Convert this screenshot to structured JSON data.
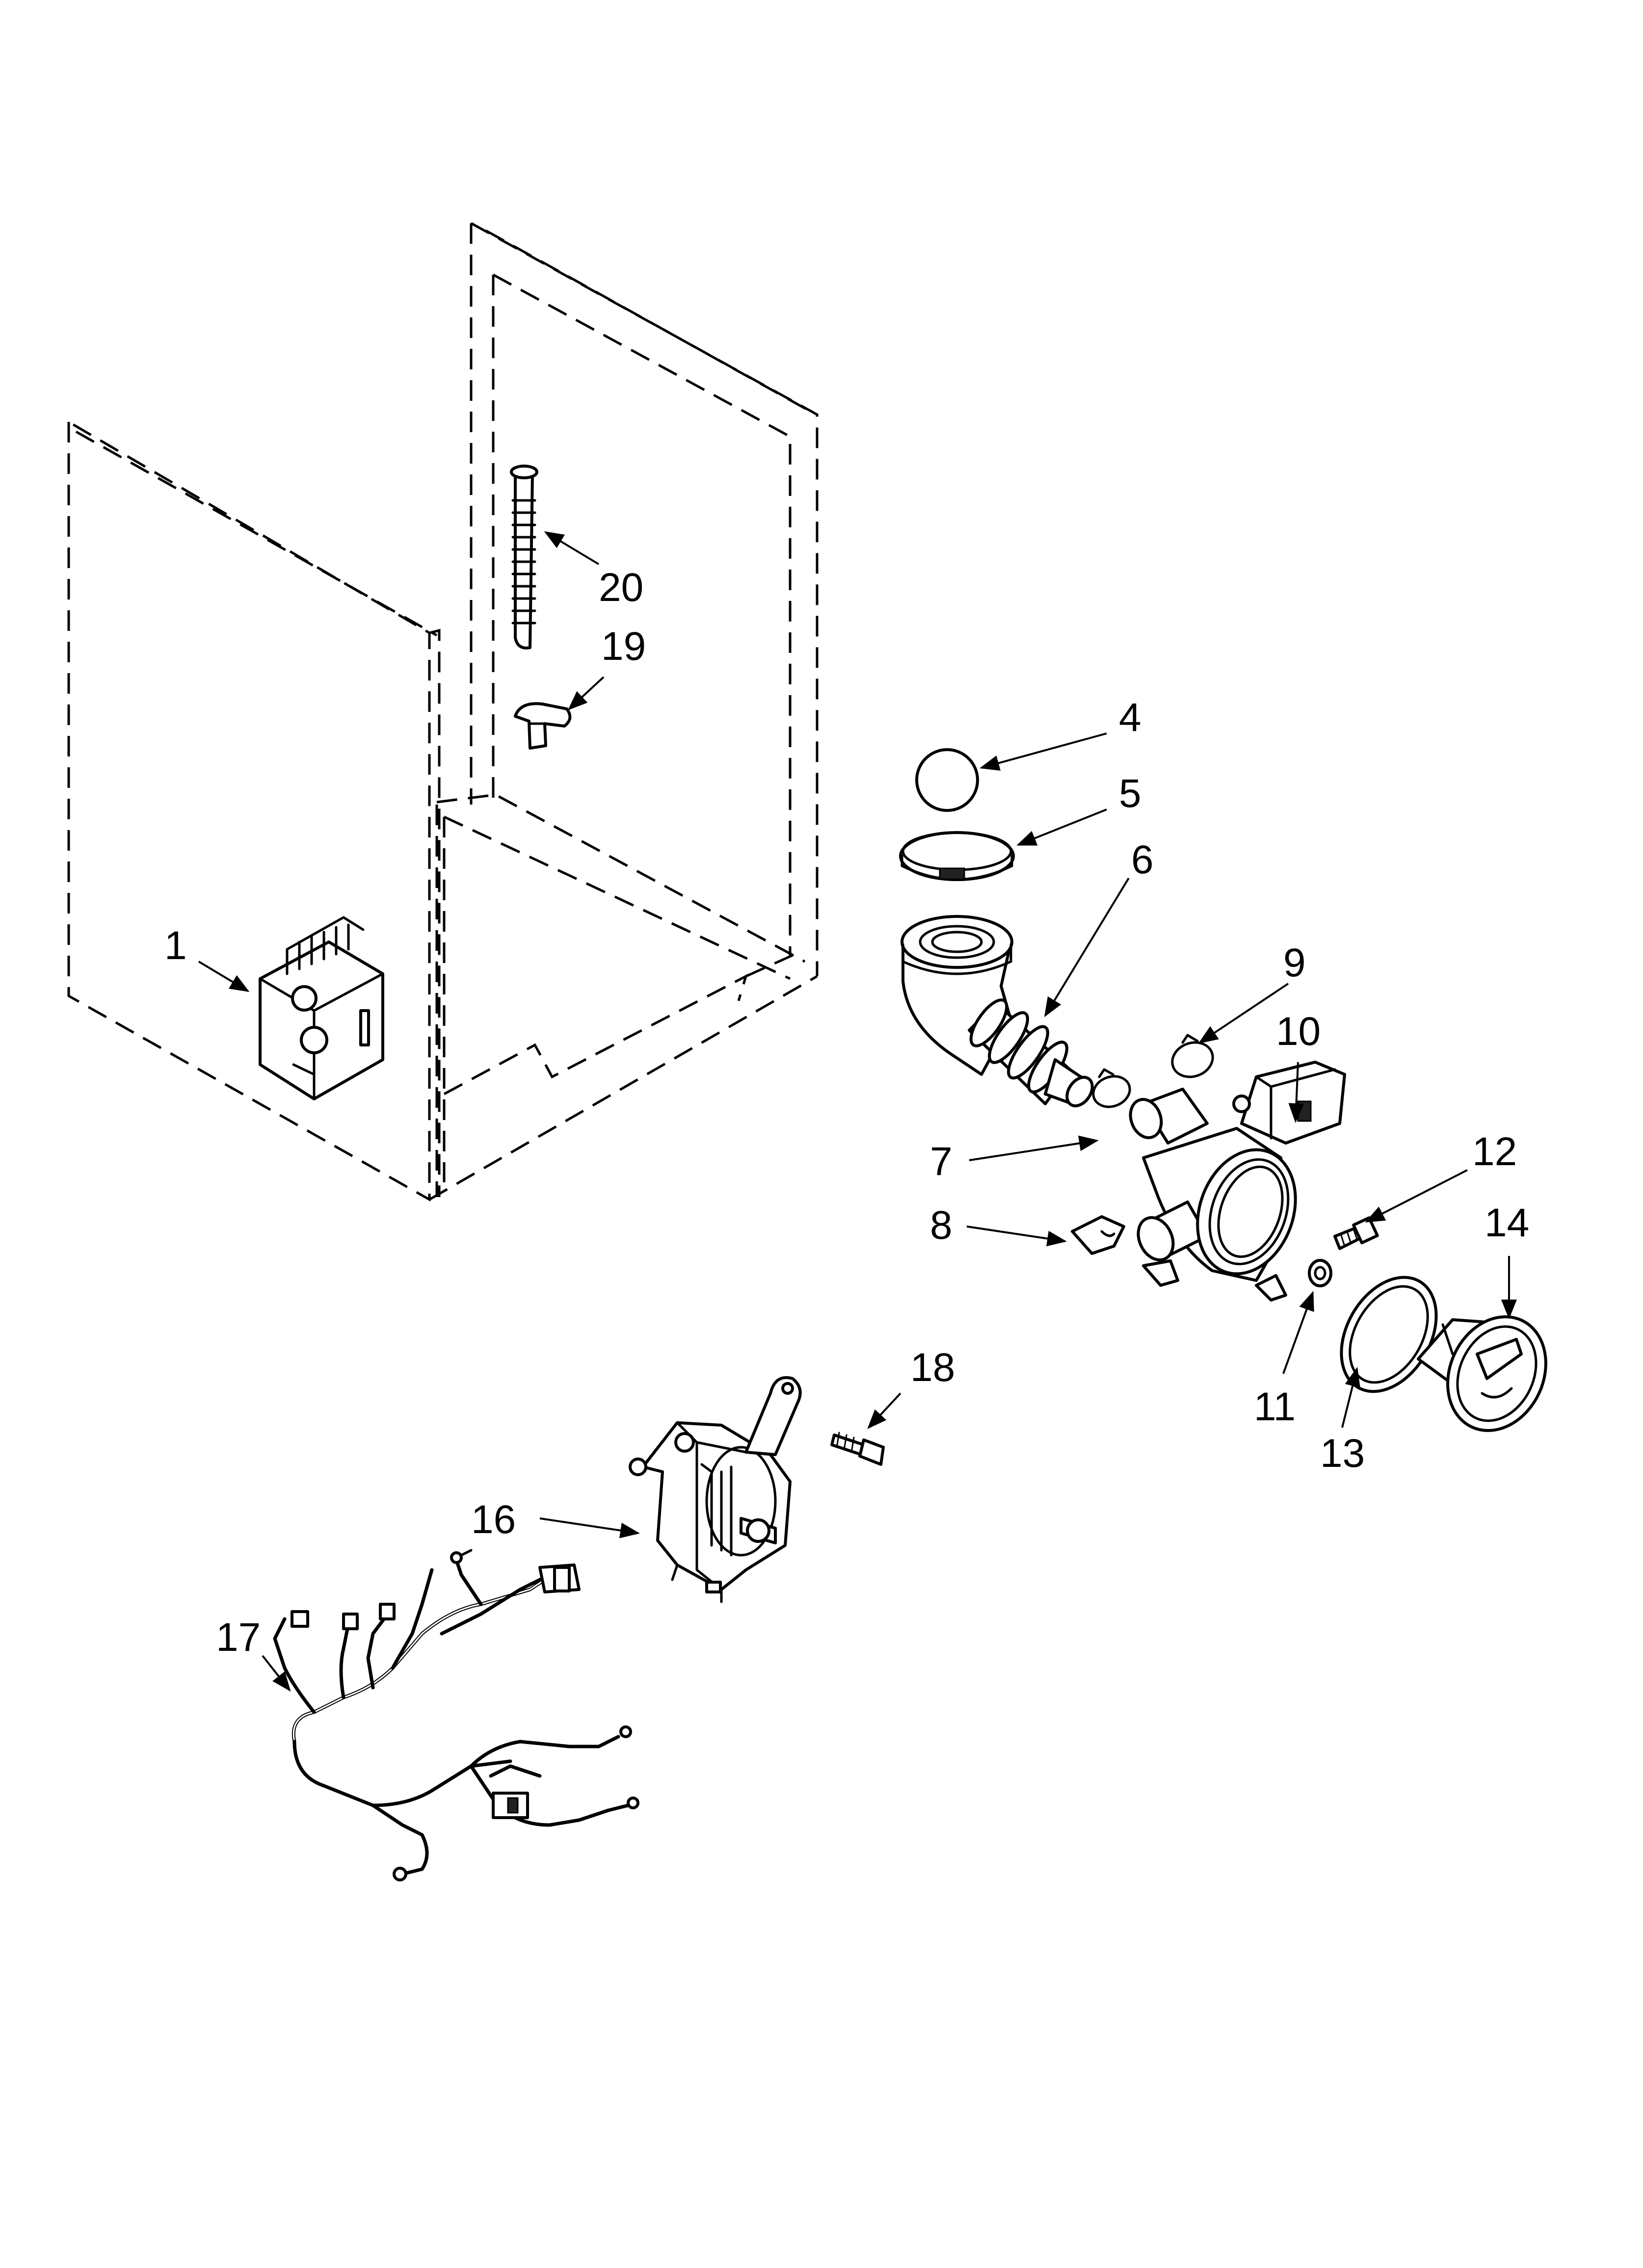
{
  "diagram": {
    "callouts": [
      {
        "id": "1",
        "label": "1"
      },
      {
        "id": "4",
        "label": "4"
      },
      {
        "id": "5",
        "label": "5"
      },
      {
        "id": "6",
        "label": "6"
      },
      {
        "id": "7",
        "label": "7"
      },
      {
        "id": "8",
        "label": "8"
      },
      {
        "id": "9",
        "label": "9"
      },
      {
        "id": "10",
        "label": "10"
      },
      {
        "id": "11",
        "label": "11"
      },
      {
        "id": "12",
        "label": "12"
      },
      {
        "id": "13",
        "label": "13"
      },
      {
        "id": "14",
        "label": "14"
      },
      {
        "id": "16",
        "label": "16"
      },
      {
        "id": "17",
        "label": "17"
      },
      {
        "id": "18",
        "label": "18"
      },
      {
        "id": "19",
        "label": "19"
      },
      {
        "id": "20",
        "label": "20"
      }
    ]
  }
}
